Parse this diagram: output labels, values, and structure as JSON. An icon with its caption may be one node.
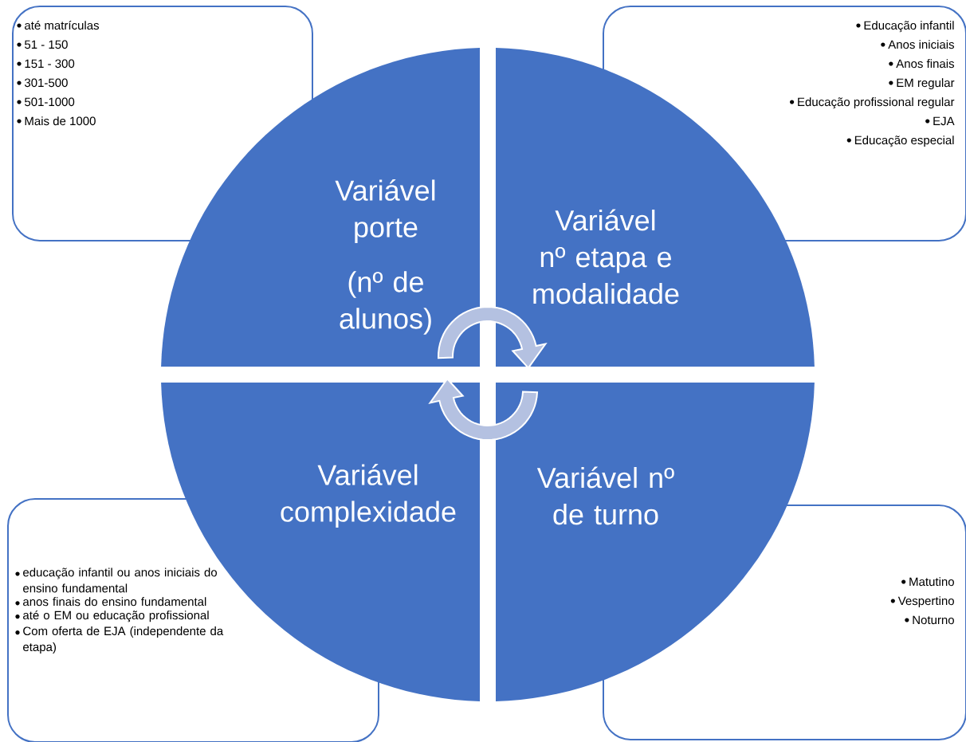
{
  "diagram": {
    "nodes": [
      {
        "text": [
          "até matrículas",
          "51 - 150",
          "151 - 300",
          "301-500",
          "501-1000",
          "Mais de 1000"
        ]
      },
      {
        "text": [
          "Educação infantil",
          "Anos iniciais",
          "Anos finais",
          "EM regular",
          "Educação profissional regular",
          "EJA",
          "Educação especial"
        ]
      },
      {
        "text": [
          "Variável porte",
          "(nº de alunos)"
        ]
      },
      {
        "text": [
          "Variável nº etapa e modalidade"
        ]
      },
      {
        "text": [
          "Variável complexidade"
        ]
      },
      {
        "text": [
          "Variável nº de turno"
        ]
      },
      {
        "text": [
          "educação infantil ou anos iniciais do ensino fundamental",
          "anos finais do ensino fundamental",
          "até o EM ou educação profissional",
          "Com oferta de EJA (independente da etapa)"
        ]
      },
      {
        "text": [
          "Matutino",
          "Vespertino",
          "Noturno"
        ]
      }
    ],
    "edges": []
  }
}
